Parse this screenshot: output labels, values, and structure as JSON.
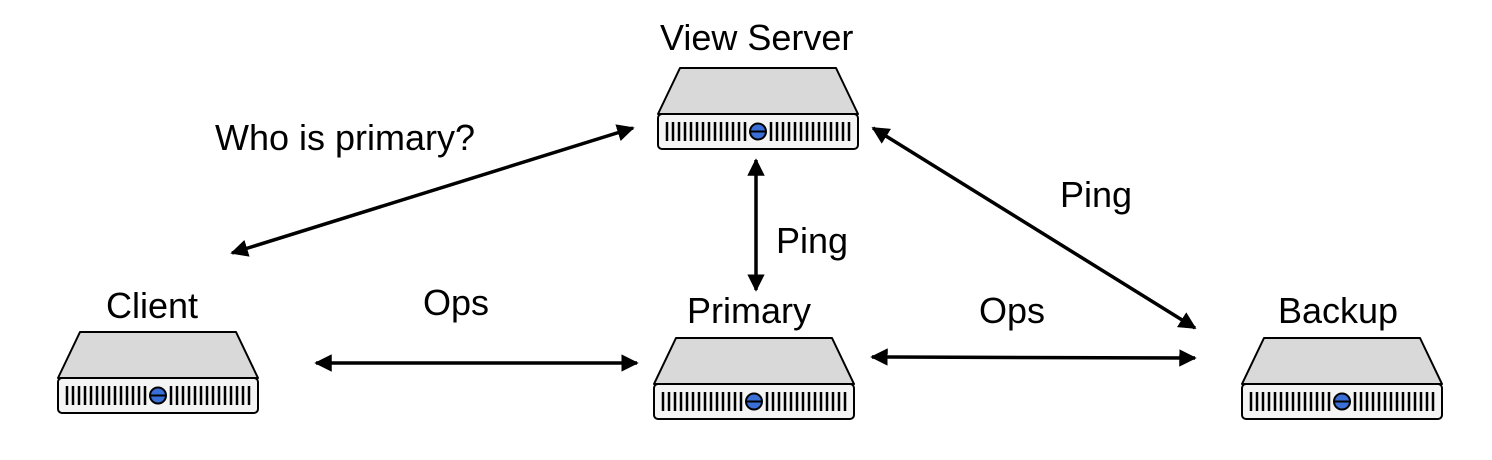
{
  "nodes": {
    "view_server": {
      "label": "View Server",
      "icon": "server-icon"
    },
    "client": {
      "label": "Client",
      "icon": "server-icon"
    },
    "primary": {
      "label": "Primary",
      "icon": "server-icon"
    },
    "backup": {
      "label": "Backup",
      "icon": "server-icon"
    }
  },
  "edges": {
    "client_view_server": {
      "label": "Who is primary?",
      "direction": "bidirectional"
    },
    "primary_view_server": {
      "label": "Ping",
      "direction": "bidirectional"
    },
    "backup_view_server": {
      "label": "Ping",
      "direction": "bidirectional"
    },
    "client_primary": {
      "label": "Ops",
      "direction": "bidirectional"
    },
    "primary_backup": {
      "label": "Ops",
      "direction": "bidirectional"
    }
  },
  "colors": {
    "server_top": "#d9d9d9",
    "server_front": "#f4f4f4",
    "server_outline": "#000000",
    "server_led": "#3a6fd8",
    "line": "#000000"
  }
}
